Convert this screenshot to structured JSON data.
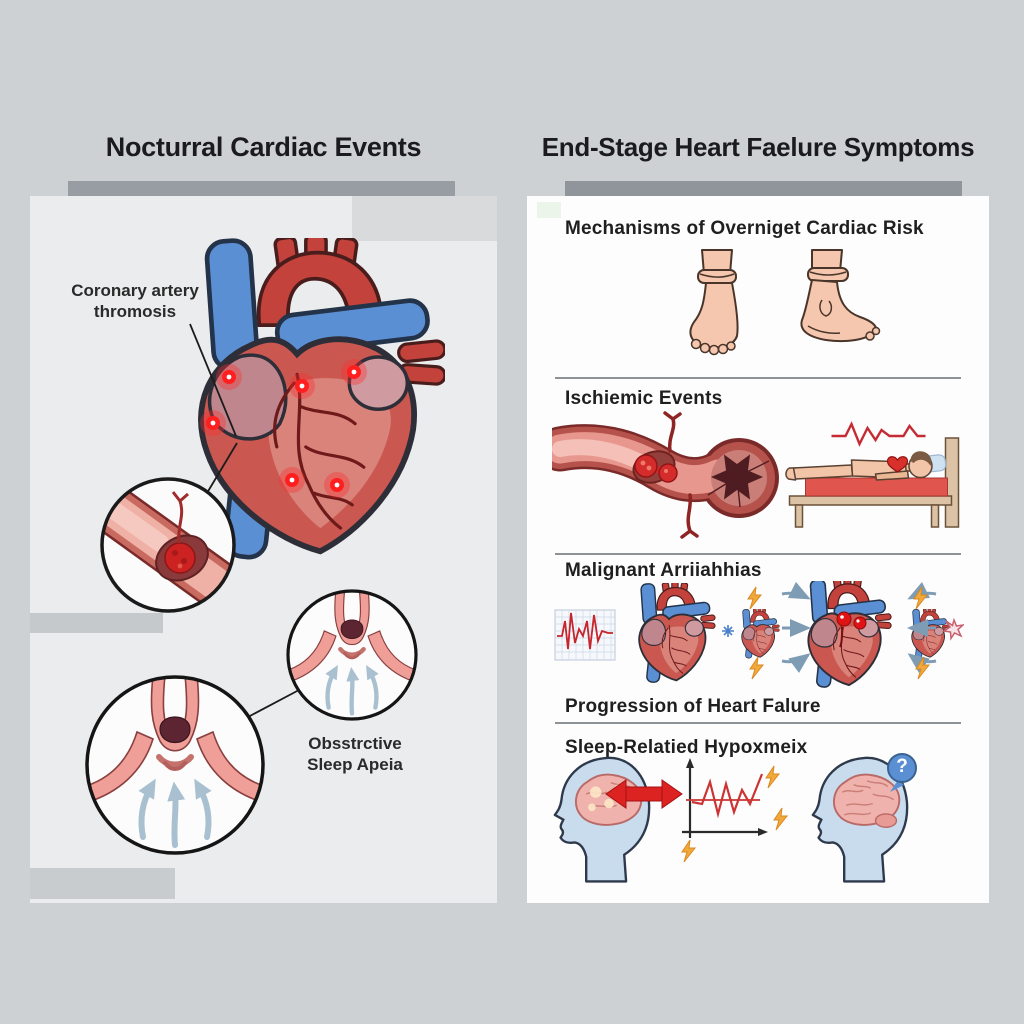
{
  "page_background": "#ced1d4",
  "left": {
    "title": "Nocturral Cardiac Events",
    "labels": {
      "coronary_line1": "Coronary artery",
      "coronary_line2": "thromosis",
      "osa_line1": "Obsstrctive",
      "osa_line2": "Sleep Apeia"
    }
  },
  "right": {
    "title": "End-Stage Heart Faelure Symptoms",
    "sections": [
      {
        "heading": "Mechanisms of Overniget Cardiac Risk",
        "illustration": "swollen-feet-edema"
      },
      {
        "heading": "Ischiemic Events",
        "illustration": "artery-thrombus-and-patient-in-bed"
      },
      {
        "heading": "Malignant Arriiahhias",
        "illustration": "ecg-strip-and-hearts-with-arrows"
      },
      {
        "heading": "Progression of Heart Falure",
        "illustration": "heart-progression"
      },
      {
        "heading": "Sleep-Relatied Hypoxmeix",
        "illustration": "brain-hypoxia-chart-heads"
      }
    ],
    "question_mark": "?"
  },
  "colors": {
    "heart_red": "#ca5850",
    "vessel_blue": "#5b8fd4",
    "glow_red": "#ff1f1f",
    "artery_pink": "#ef9f97",
    "airway_lumen_dark": "#5c2531",
    "skin": "#f5c7ae",
    "bed_red": "#e0564e",
    "ecg_red": "#c8242c",
    "bolt_yellow": "#f2a93b",
    "arrow_gray_blue": "#7f9cb5",
    "head_blue": "#c9dcee",
    "brain_pink": "#f0b2ac",
    "title_bar_gray": "#979da3",
    "panel_left_bg": "#ebeced",
    "panel_right_bg": "#fdfdfd"
  }
}
